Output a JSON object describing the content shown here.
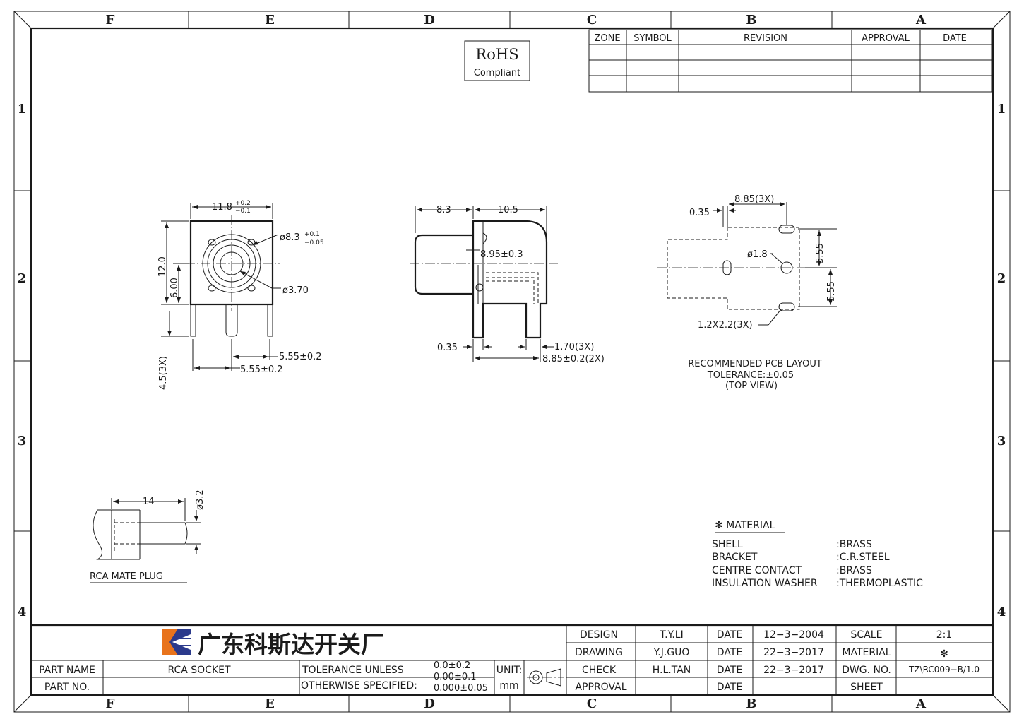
{
  "border": {
    "columns": [
      "F",
      "E",
      "D",
      "C",
      "B",
      "A"
    ],
    "rows": [
      "1",
      "2",
      "3",
      "4"
    ]
  },
  "rohs": {
    "line1": "RoHS",
    "line2": "Compliant"
  },
  "revision_table": {
    "headers": [
      "ZONE",
      "SYMBOL",
      "REVISION",
      "APPROVAL",
      "DATE"
    ]
  },
  "front_view": {
    "width": "11.8",
    "width_tol_upper": "+0.2",
    "width_tol_lower": "−0.1",
    "outer_dia": "ø8.3",
    "outer_dia_tol_upper": "+0.1",
    "outer_dia_tol_lower": "−0.05",
    "height": "12.0",
    "center_height": "6.00",
    "inner_dia": "ø3.70",
    "pin_length": "4.5(3X)",
    "pitch_a": "5.55±0.2",
    "pitch_b": "5.55±0.2"
  },
  "side_view": {
    "front_len": "8.3",
    "body_len": "10.5",
    "center_height": "8.95±0.3",
    "shell_thk": "0.35",
    "pin_width": "1.70(3X)",
    "pin_spacing": "8.85±0.2(2X)"
  },
  "pcb_layout": {
    "spacing": "8.85(3X)",
    "offset": "0.35",
    "hole": "ø1.8",
    "pitch_up": "5.55",
    "pitch_down": "5.55",
    "slot": "1.2X2.2(3X)",
    "caption": [
      "RECOMMENDED PCB LAYOUT",
      "TOLERANCE:±0.05",
      "(TOP VIEW)"
    ]
  },
  "mate_plug": {
    "length": "14",
    "dia": "ø3.2",
    "caption": "RCA MATE PLUG"
  },
  "material": {
    "title": "✻ MATERIAL",
    "rows": [
      {
        "part": "SHELL",
        "value": ":BRASS"
      },
      {
        "part": "BRACKET",
        "value": ":C.R.STEEL"
      },
      {
        "part": "CENTRE CONTACT",
        "value": ":BRASS"
      },
      {
        "part": "INSULATION WASHER",
        "value": ":THERMOPLASTIC"
      }
    ]
  },
  "title_block": {
    "company": "广东科斯达开关厂",
    "part_name_label": "PART NAME",
    "part_name": "RCA SOCKET",
    "part_no_label": "PART NO.",
    "part_no": "",
    "tolerance_line1": "TOLERANCE UNLESS",
    "tolerance_line2": "OTHERWISE SPECIFIED:",
    "tol_1": "0.0±0.2",
    "tol_2": "0.00±0.1",
    "tol_3": "0.000±0.05",
    "unit_label": "UNIT:",
    "unit": "mm",
    "design_label": "DESIGN",
    "design_name": "T.Y.LI",
    "design_date": "12−3−2004",
    "drawing_label": "DRAWING",
    "drawing_name": "Y.J.GUO",
    "drawing_date": "22−3−2017",
    "check_label": "CHECK",
    "check_name": "H.L.TAN",
    "check_date": "22−3−2017",
    "approval_label": "APPROVAL",
    "approval_name": "",
    "approval_date": "",
    "date_label": "DATE",
    "scale_label": "SCALE",
    "scale": "2:1",
    "material_label": "MATERIAL",
    "material": "✻",
    "dwg_label": "DWG. NO.",
    "dwg_no": "TZ\\RC009−B/1.0",
    "sheet_label": "SHEET",
    "sheet": ""
  },
  "colors": {
    "line": "#1a1a1a",
    "logo_blue": "#2b3a8c",
    "logo_orange": "#e8731c"
  }
}
